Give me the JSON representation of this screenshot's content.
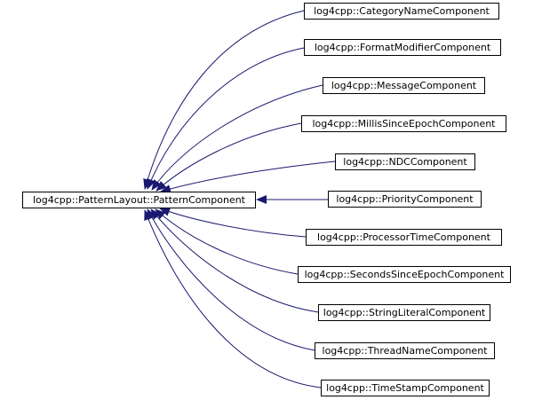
{
  "diagram": {
    "edge_color": "#191970",
    "base": {
      "label": "log4cpp::PatternLayout::PatternComponent"
    },
    "derived": [
      {
        "label": "log4cpp::CategoryNameComponent"
      },
      {
        "label": "log4cpp::FormatModifierComponent"
      },
      {
        "label": "log4cpp::MessageComponent"
      },
      {
        "label": "log4cpp::MillisSinceEpochComponent"
      },
      {
        "label": "log4cpp::NDCComponent"
      },
      {
        "label": "log4cpp::PriorityComponent"
      },
      {
        "label": "log4cpp::ProcessorTimeComponent"
      },
      {
        "label": "log4cpp::SecondsSinceEpochComponent"
      },
      {
        "label": "log4cpp::StringLiteralComponent"
      },
      {
        "label": "log4cpp::ThreadNameComponent"
      },
      {
        "label": "log4cpp::TimeStampComponent"
      }
    ]
  }
}
